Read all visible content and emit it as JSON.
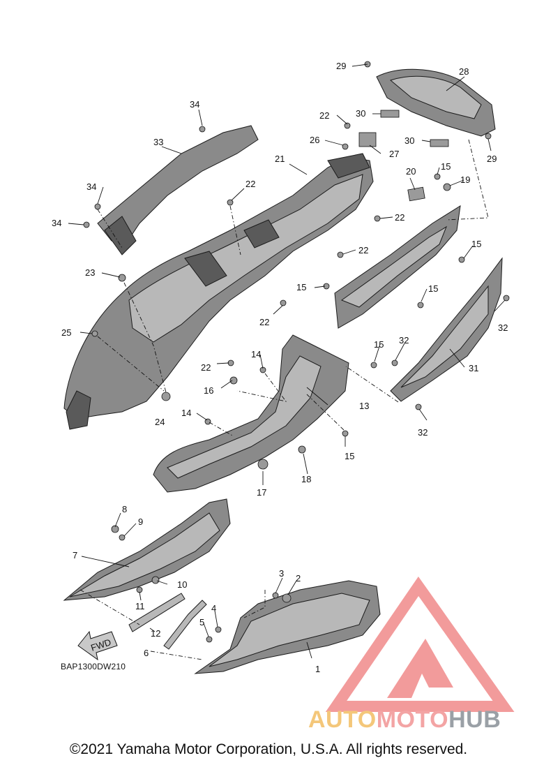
{
  "diagram": {
    "code": "BAP1300DW210",
    "fwd_label": "FWD",
    "callouts": [
      {
        "id": "c1",
        "label": "1"
      },
      {
        "id": "c2",
        "label": "2"
      },
      {
        "id": "c3",
        "label": "3"
      },
      {
        "id": "c4",
        "label": "4"
      },
      {
        "id": "c5",
        "label": "5"
      },
      {
        "id": "c6",
        "label": "6"
      },
      {
        "id": "c7",
        "label": "7"
      },
      {
        "id": "c8",
        "label": "8"
      },
      {
        "id": "c9",
        "label": "9"
      },
      {
        "id": "c10",
        "label": "10"
      },
      {
        "id": "c11",
        "label": "11"
      },
      {
        "id": "c12",
        "label": "12"
      },
      {
        "id": "c13",
        "label": "13"
      },
      {
        "id": "c14a",
        "label": "14"
      },
      {
        "id": "c14b",
        "label": "14"
      },
      {
        "id": "c15a",
        "label": "15"
      },
      {
        "id": "c15b",
        "label": "15"
      },
      {
        "id": "c15c",
        "label": "15"
      },
      {
        "id": "c15d",
        "label": "15"
      },
      {
        "id": "c15e",
        "label": "15"
      },
      {
        "id": "c15f",
        "label": "15"
      },
      {
        "id": "c16",
        "label": "16"
      },
      {
        "id": "c17",
        "label": "17"
      },
      {
        "id": "c18",
        "label": "18"
      },
      {
        "id": "c19",
        "label": "19"
      },
      {
        "id": "c20",
        "label": "20"
      },
      {
        "id": "c21",
        "label": "21"
      },
      {
        "id": "c22a",
        "label": "22"
      },
      {
        "id": "c22b",
        "label": "22"
      },
      {
        "id": "c22c",
        "label": "22"
      },
      {
        "id": "c22d",
        "label": "22"
      },
      {
        "id": "c22e",
        "label": "22"
      },
      {
        "id": "c22f",
        "label": "22"
      },
      {
        "id": "c23",
        "label": "23"
      },
      {
        "id": "c24",
        "label": "24"
      },
      {
        "id": "c25",
        "label": "25"
      },
      {
        "id": "c26",
        "label": "26"
      },
      {
        "id": "c27",
        "label": "27"
      },
      {
        "id": "c28",
        "label": "28"
      },
      {
        "id": "c29a",
        "label": "29"
      },
      {
        "id": "c29b",
        "label": "29"
      },
      {
        "id": "c30a",
        "label": "30"
      },
      {
        "id": "c30b",
        "label": "30"
      },
      {
        "id": "c31",
        "label": "31"
      },
      {
        "id": "c32a",
        "label": "32"
      },
      {
        "id": "c32b",
        "label": "32"
      },
      {
        "id": "c32c",
        "label": "32"
      },
      {
        "id": "c33",
        "label": "33"
      },
      {
        "id": "c34a",
        "label": "34"
      },
      {
        "id": "c34b",
        "label": "34"
      },
      {
        "id": "c34c",
        "label": "34"
      }
    ]
  },
  "watermark": {
    "word1": "AUTO",
    "word2": "MOTO",
    "word3": "HUB",
    "colors": {
      "auto": "#f4c77a",
      "moto": "#f3a4a4",
      "hub": "#9aa0a6",
      "triangle": "#f08a8a"
    }
  },
  "footer": {
    "copyright": "©2021 Yamaha Motor Corporation, U.S.A. All rights reserved."
  }
}
